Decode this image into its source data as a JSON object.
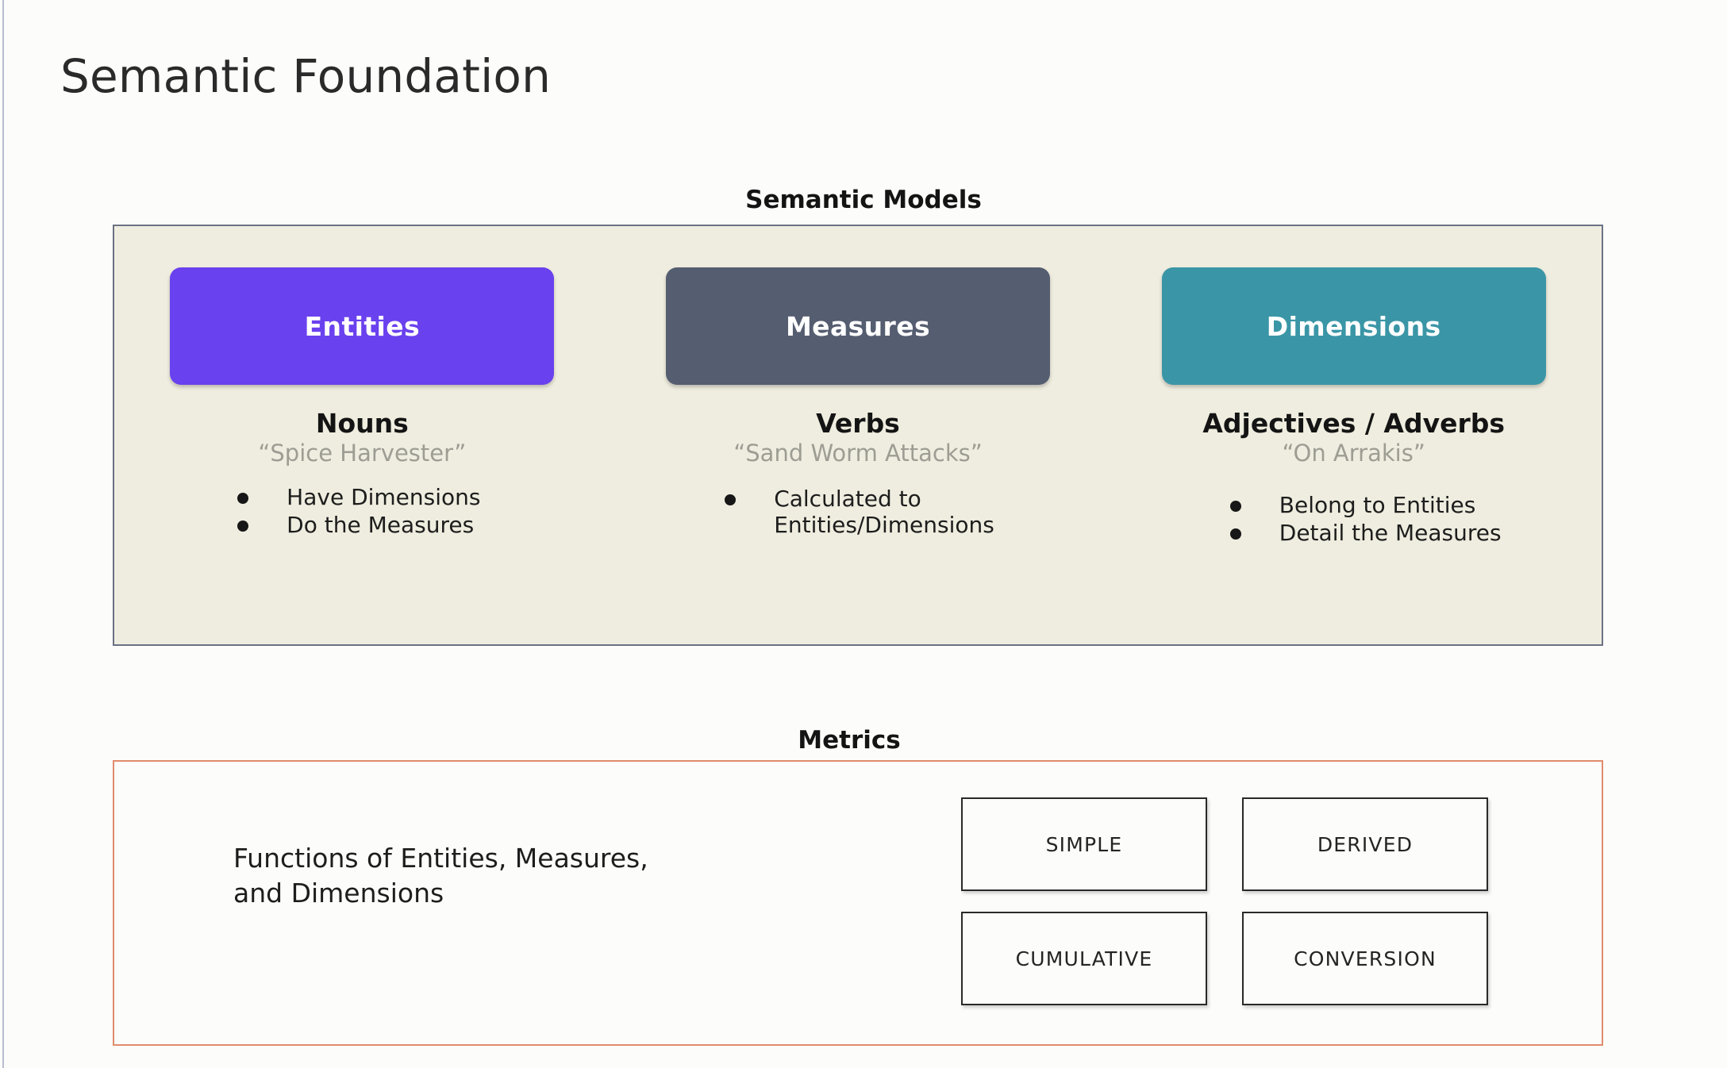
{
  "page": {
    "title": "Semantic Foundation",
    "background_color": "#fcfdfa"
  },
  "semantic_models": {
    "caption": "Semantic Models",
    "panel_background": "#efeddf",
    "panel_border_color": "#6b7184",
    "columns": [
      {
        "pill_label": "Entities",
        "pill_color": "#6a41ee",
        "part_of_speech": "Nouns",
        "example": "“Spice Harvester”",
        "bullets": [
          "Have Dimensions",
          "Do the Measures"
        ]
      },
      {
        "pill_label": "Measures",
        "pill_color": "#555d70",
        "part_of_speech": "Verbs",
        "example": "“Sand Worm Attacks”",
        "bullets": [
          "Calculated to\nEntities/Dimensions"
        ]
      },
      {
        "pill_label": "Dimensions",
        "pill_color": "#3a96a6",
        "part_of_speech": "Adjectives / Adverbs",
        "example": "“On Arrakis”",
        "bullets": [
          "Belong to Entities",
          "Detail the Measures"
        ]
      }
    ]
  },
  "metrics": {
    "caption": "Metrics",
    "panel_border_color": "#e08b6d",
    "description": "Functions of Entities, Measures,\nand Dimensions",
    "types": [
      "SIMPLE",
      "DERIVED",
      "CUMULATIVE",
      "CONVERSION"
    ]
  }
}
